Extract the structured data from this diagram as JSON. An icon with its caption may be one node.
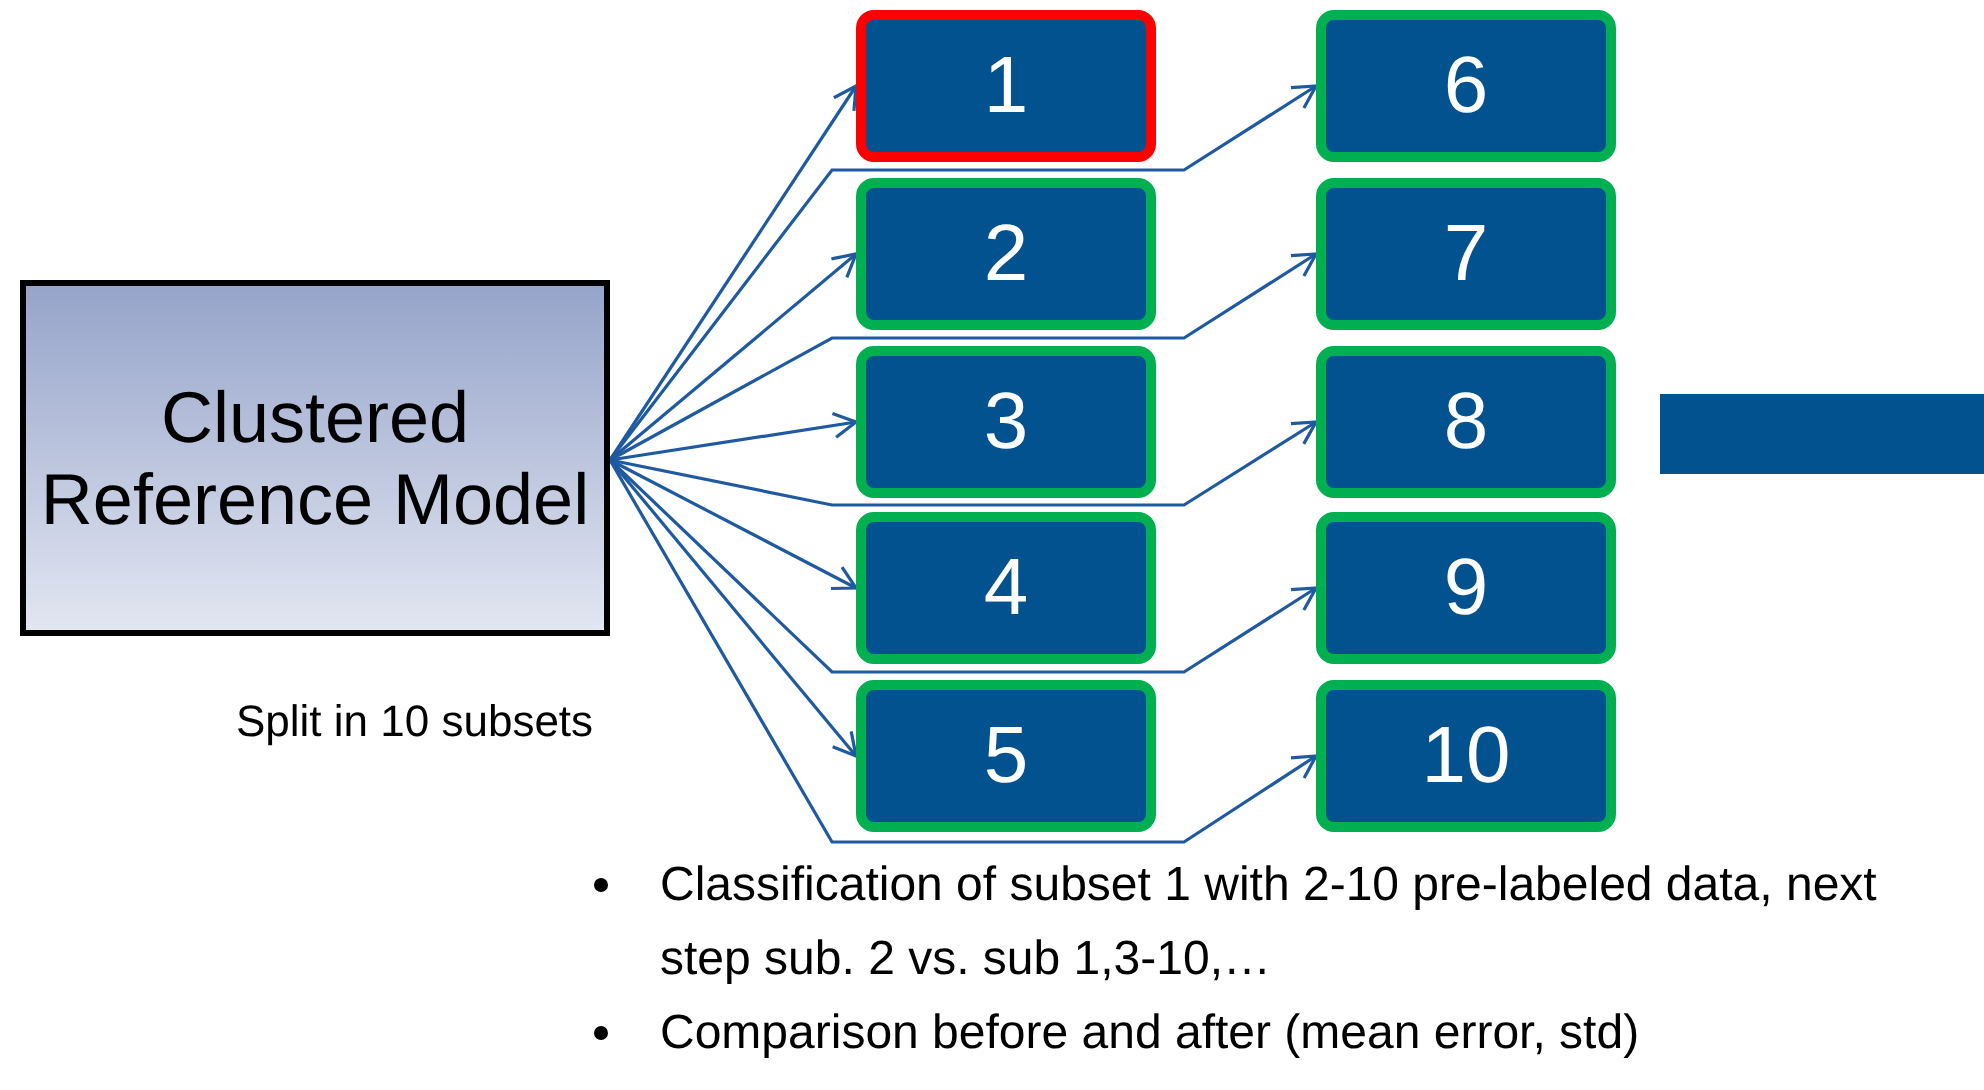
{
  "diagram": {
    "nodes": [
      {
        "text": [
          "Clustered Reference Model"
        ],
        "beside": [
          "Split in 10 subsets"
        ]
      },
      {
        "text": [
          "1"
        ]
      },
      {
        "text": [
          "2"
        ]
      },
      {
        "text": [
          "3"
        ]
      },
      {
        "text": [
          "4"
        ]
      },
      {
        "text": [
          "5"
        ]
      },
      {
        "text": [
          "6"
        ]
      },
      {
        "text": [
          "7"
        ]
      },
      {
        "text": [
          "8"
        ]
      },
      {
        "text": [
          "9"
        ]
      },
      {
        "text": [
          "10"
        ]
      },
      {
        "text": [],
        "shape": "bar"
      }
    ],
    "edges": [
      {
        "from": 0,
        "to": 1,
        "arrow": "to"
      },
      {
        "from": 0,
        "to": 2,
        "arrow": "to"
      },
      {
        "from": 0,
        "to": 3,
        "arrow": "to"
      },
      {
        "from": 0,
        "to": 4,
        "arrow": "to"
      },
      {
        "from": 0,
        "to": 5,
        "arrow": "to"
      },
      {
        "from": 0,
        "to": 6,
        "arrow": "to"
      },
      {
        "from": 0,
        "to": 7,
        "arrow": "to"
      },
      {
        "from": 0,
        "to": 8,
        "arrow": "to"
      },
      {
        "from": 0,
        "to": 9,
        "arrow": "to"
      },
      {
        "from": 0,
        "to": 10,
        "arrow": "to"
      }
    ],
    "labels": [
      "Classification of subset 1 with 2-10 pre-labeled data, next step sub. 2 vs. sub 1,3-10,…",
      "Comparison before and after (mean error, std)"
    ]
  }
}
